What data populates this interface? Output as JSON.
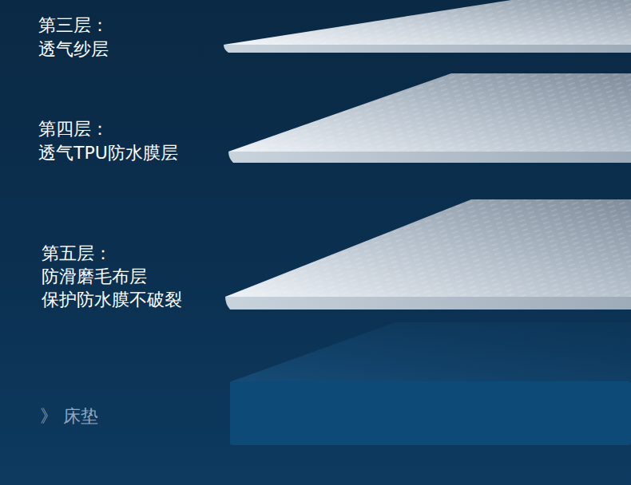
{
  "diagram": {
    "labels": [
      "第三层：",
      "透气纱层",
      "第四层：",
      "透气TPU防水膜层",
      "第五层：",
      "防滑磨毛布层",
      "保护防水膜不破裂",
      "》 床垫"
    ]
  }
}
